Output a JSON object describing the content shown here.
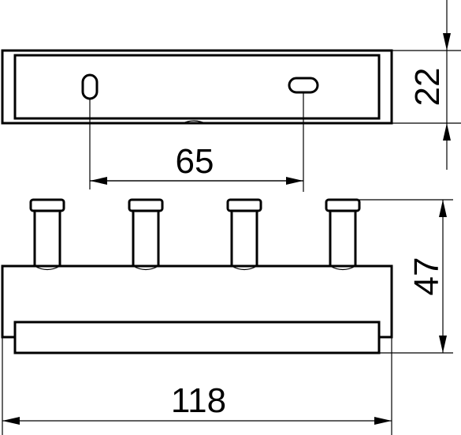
{
  "dimensions": {
    "height_top": "22",
    "hole_spacing": "65",
    "height_front": "47",
    "width_total": "118"
  },
  "colors": {
    "stroke": "#000000",
    "background": "#ffffff"
  }
}
